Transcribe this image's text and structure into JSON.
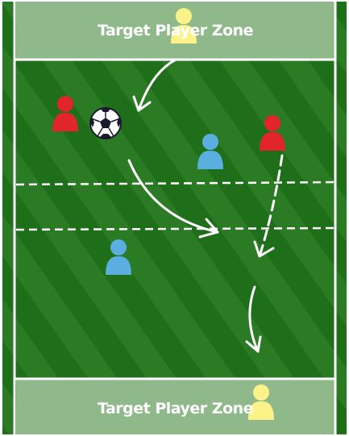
{
  "zones": {
    "top_label": "Target Player Zone",
    "bottom_label": "Target Player Zone"
  },
  "colors": {
    "grass": "#1f6e1a",
    "grass_stripe": "#2a7b24",
    "zone": "#8fb98a",
    "red_player": "#e0252b",
    "blue_player": "#5aaee0",
    "target_player": "#fbf38a",
    "lines": "#ffffff"
  },
  "pieces": [
    {
      "kind": "target-player",
      "team": "yellow",
      "zone": "top"
    },
    {
      "kind": "target-player",
      "team": "yellow",
      "zone": "bottom"
    },
    {
      "kind": "player",
      "team": "red"
    },
    {
      "kind": "player",
      "team": "red"
    },
    {
      "kind": "player",
      "team": "blue"
    },
    {
      "kind": "player",
      "team": "blue"
    },
    {
      "kind": "ball",
      "icon": "soccer-ball-icon"
    }
  ],
  "movements": [
    {
      "type": "pass",
      "style": "solid"
    },
    {
      "type": "dribble",
      "style": "solid"
    },
    {
      "type": "run",
      "style": "dashed"
    },
    {
      "type": "pass",
      "style": "solid"
    }
  ]
}
